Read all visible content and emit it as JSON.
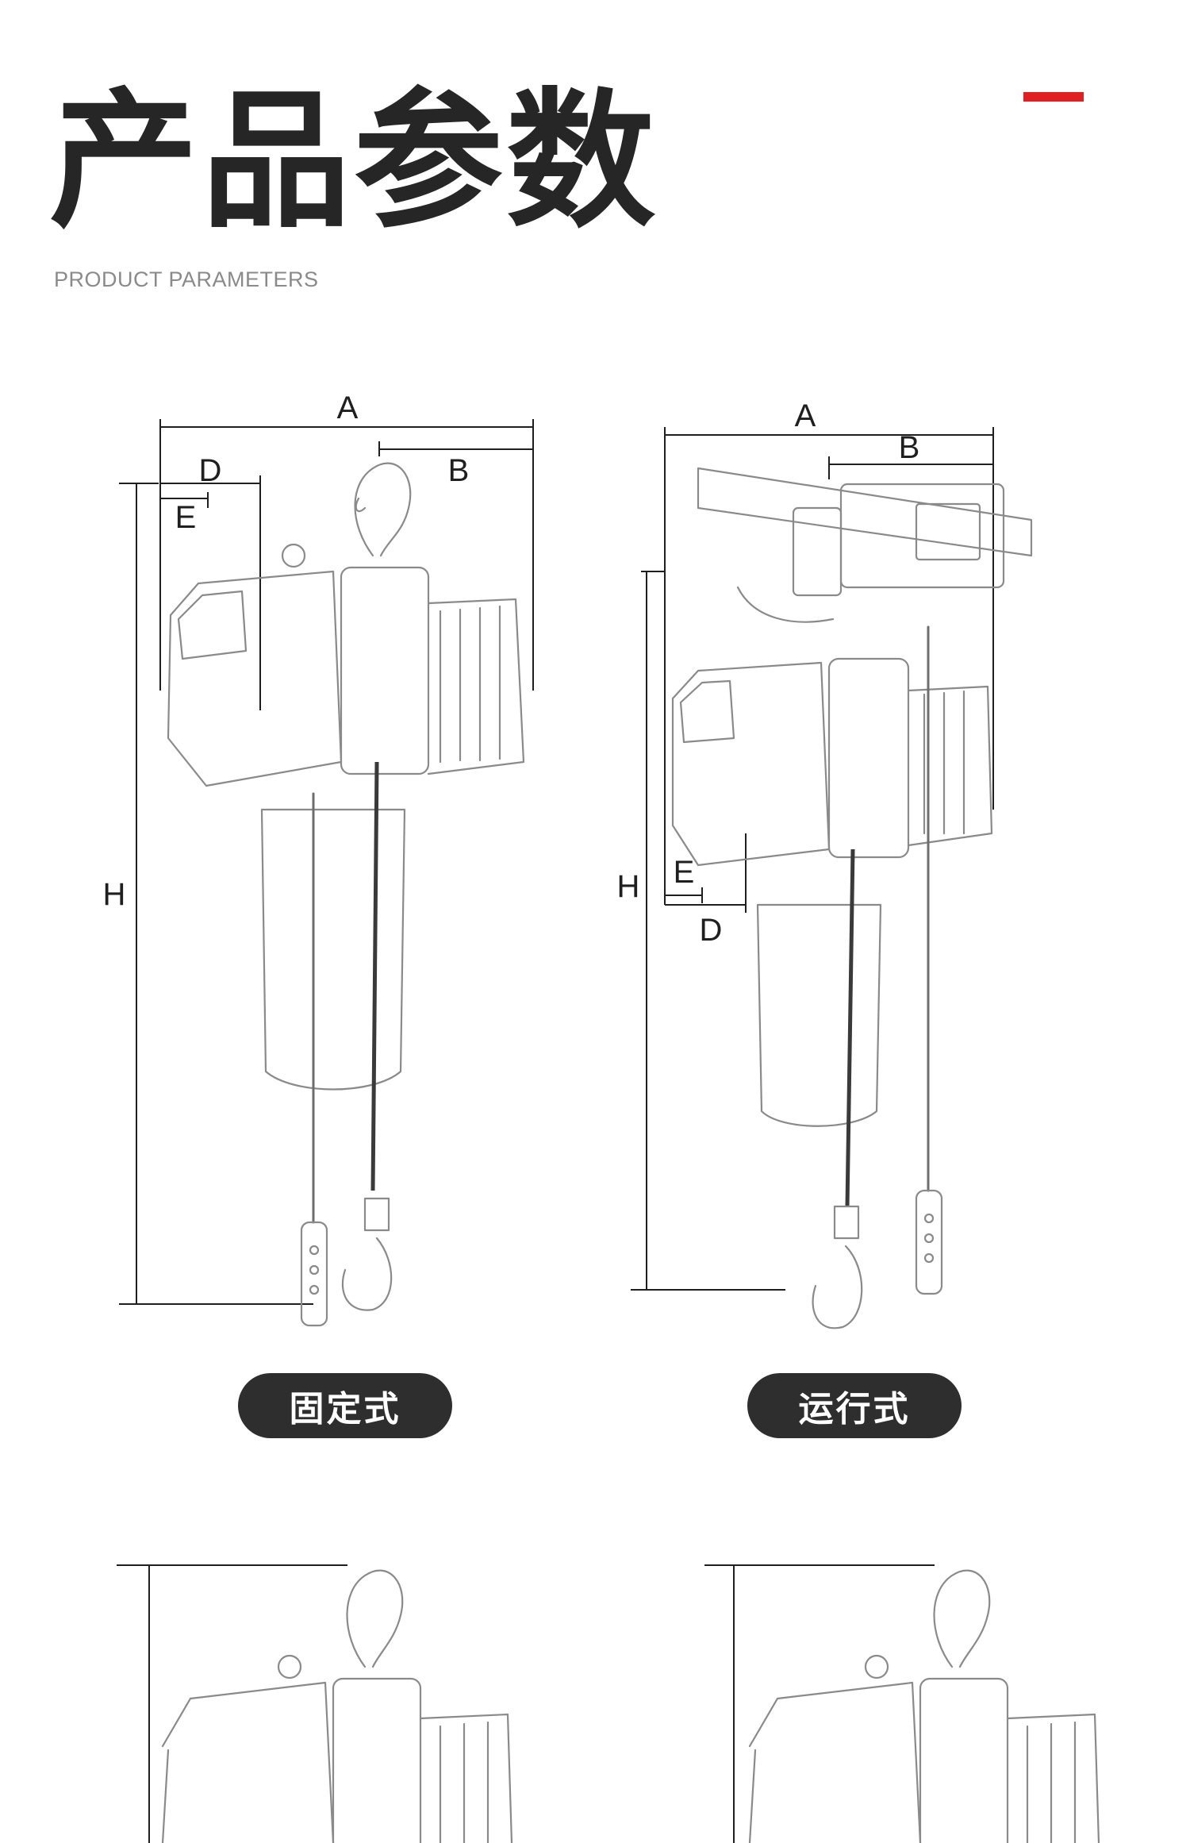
{
  "header": {
    "title": "产品参数",
    "subtitle": "PRODUCT PARAMETERS",
    "accent_color": "#e02020"
  },
  "products": [
    {
      "badge": "固定式",
      "dimensions": {
        "a": "A",
        "b": "B",
        "d": "D",
        "e": "E",
        "h": "H"
      }
    },
    {
      "badge": "运行式",
      "dimensions": {
        "a": "A",
        "b": "B",
        "d": "D",
        "e": "E",
        "h": "H"
      }
    }
  ]
}
